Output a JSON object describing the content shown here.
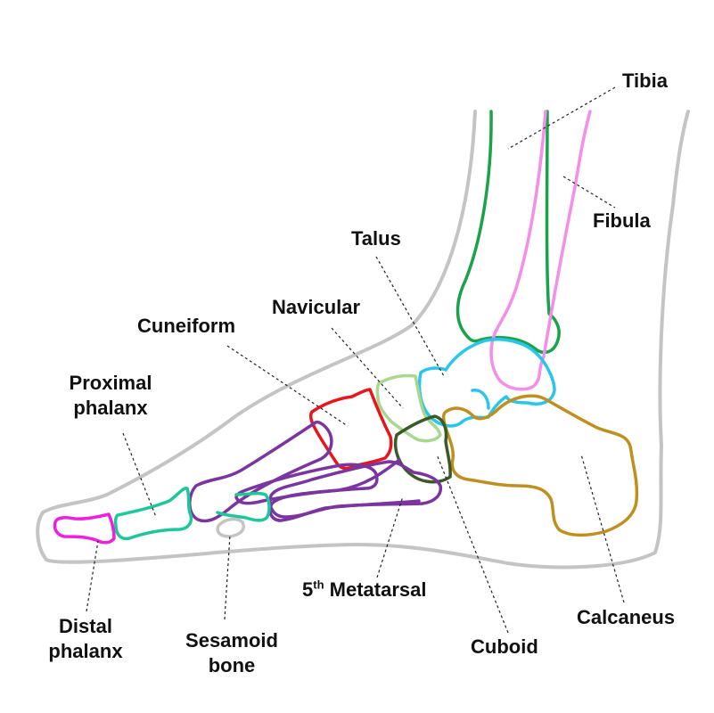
{
  "labels": {
    "tibia": "Tibia",
    "fibula": "Fibula",
    "talus": "Talus",
    "navicular": "Navicular",
    "cuneiform": "Cuneiform",
    "proximal_phalanx_line1": "Proximal",
    "proximal_phalanx_line2": "phalanx",
    "metatarsal_number": "5",
    "metatarsal_suffix": "th",
    "metatarsal_name": "Metatarsal",
    "calcaneus": "Calcaneus",
    "cuboid": "Cuboid",
    "sesamoid_line1": "Sesamoid",
    "sesamoid_line2": "bone",
    "distal_phalanx_line1": "Distal",
    "distal_phalanx_line2": "phalanx"
  },
  "colors": {
    "outline": "#c4c4c4",
    "tibia": "#1aa34a",
    "fibula": "#f58ee8",
    "talus": "#29c6ec",
    "navicular": "#a8d88e",
    "cuneiform": "#e8151b",
    "cuboid": "#3a5a28",
    "calcaneus": "#bf9020",
    "metatarsal": "#7a35a0",
    "proximal_phalanx": "#1ec79a",
    "distal_phalanx": "#ee20e0",
    "sesamoid": "#c4c4c4"
  }
}
